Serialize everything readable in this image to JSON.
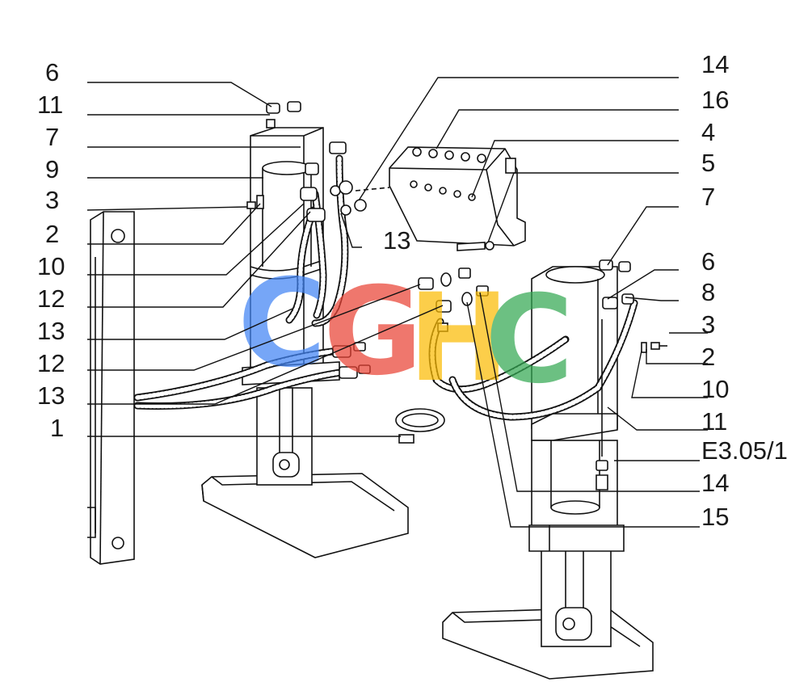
{
  "labels_left": [
    "6",
    "11",
    "7",
    "9",
    "3",
    "2",
    "10",
    "12",
    "13",
    "12",
    "13",
    "1"
  ],
  "labels_right": [
    "14",
    "16",
    "4",
    "5",
    "7",
    "6",
    "8",
    "3",
    "2",
    "10",
    "11",
    "E3.05/1",
    "14",
    "15"
  ],
  "label_middle": "13",
  "watermark": {
    "letters": [
      "C",
      "G",
      "H",
      "C"
    ],
    "colors": [
      "#4285F4",
      "#EA4335",
      "#FBBC05",
      "#34A853"
    ]
  }
}
